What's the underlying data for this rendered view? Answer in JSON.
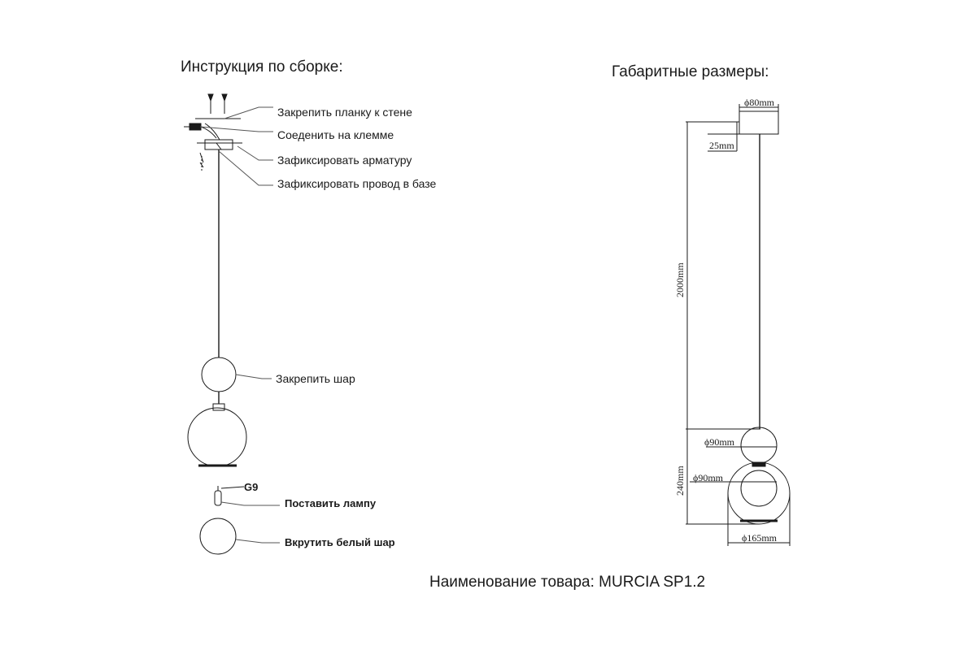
{
  "assembly": {
    "title": "Инструкция по сборке:",
    "steps": [
      "Закрепить планку к стене",
      "Соеденить на клемме",
      "Зафиксировать арматуру",
      "Зафиксировать провод в базе",
      "Закрепить шар"
    ],
    "lamp_type": "G9",
    "lamp_steps": [
      "Поставить лампу",
      "Вкрутить белый шар"
    ]
  },
  "dimensions": {
    "title": "Габаритные размеры:",
    "canopy_diameter": "ϕ80mm",
    "canopy_height": "25mm",
    "cable_length": "2000mm",
    "small_ball_diameter": "ϕ90mm",
    "inner_ball_diameter": "ϕ90mm",
    "shade_height": "240mm",
    "shade_diameter": "ϕ165mm"
  },
  "product": {
    "label": "Наименование товара: MURCIA SP1.2"
  }
}
